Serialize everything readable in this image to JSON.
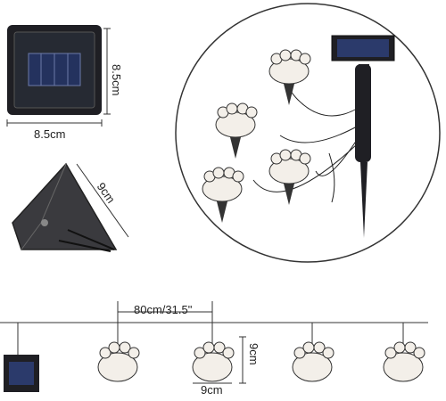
{
  "dimensions": {
    "panel_height": "8.5cm",
    "panel_width": "8.5cm",
    "stake_length": "9cm",
    "spacing": "80cm/31.5\"",
    "paw_height": "9cm",
    "paw_width": "9cm"
  },
  "colors": {
    "line": "#333333",
    "panel_dark": "#1f1f24",
    "panel_cell": "#2b3a6b",
    "paw_fill": "#f3efe9"
  }
}
